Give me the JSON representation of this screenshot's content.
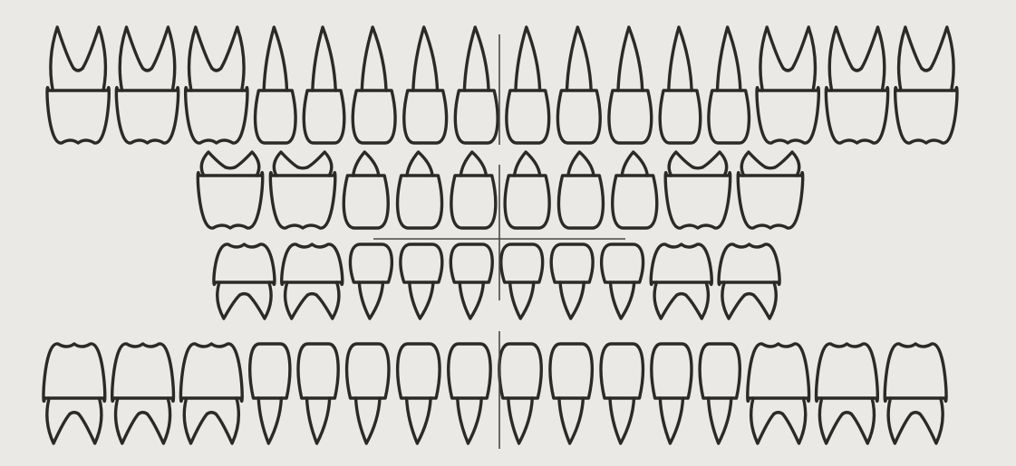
{
  "diagram": {
    "kind": "dental chart",
    "colors": {
      "background": "#ebe9e6",
      "ink": "#2b2a28"
    },
    "rows": [
      {
        "id": "permanent-upper",
        "teeth": [
          "molar",
          "molar",
          "molar",
          "premolar",
          "premolar",
          "canine",
          "incisor",
          "incisor",
          "incisor",
          "canine",
          "incisor",
          "premolar",
          "premolar",
          "molar",
          "molar",
          "molar"
        ]
      },
      {
        "id": "primary-upper",
        "teeth": [
          "molar",
          "molar",
          "canine",
          "incisor",
          "incisor",
          "incisor",
          "incisor",
          "canine",
          "molar",
          "molar"
        ]
      },
      {
        "id": "primary-lower",
        "teeth": [
          "molar",
          "molar",
          "canine",
          "incisor",
          "incisor",
          "incisor",
          "incisor",
          "canine",
          "molar",
          "molar"
        ]
      },
      {
        "id": "permanent-lower",
        "teeth": [
          "molar",
          "molar",
          "molar",
          "premolar",
          "premolar",
          "canine",
          "incisor",
          "incisor",
          "incisor",
          "incisor",
          "canine",
          "premolar",
          "premolar",
          "molar",
          "molar",
          "molar"
        ]
      }
    ]
  }
}
